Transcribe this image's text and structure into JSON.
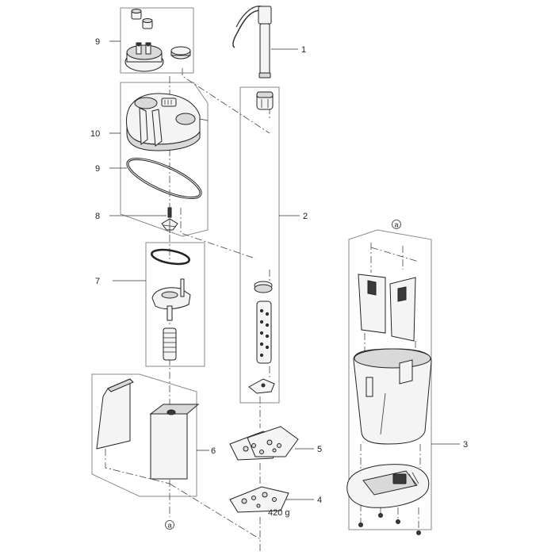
{
  "callouts": {
    "c1": "1",
    "c2": "2",
    "c3": "3",
    "c4": "4",
    "c5": "5",
    "c6": "6",
    "c7": "7",
    "c8": "8",
    "c9_top": "9",
    "c9_seal": "9",
    "c10": "10"
  },
  "ref_marker_top": "a",
  "ref_marker_bottom": "a",
  "weight_label": "420 g"
}
